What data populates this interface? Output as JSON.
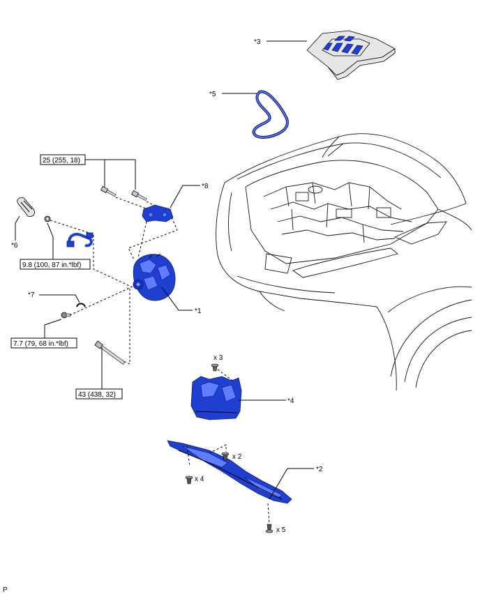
{
  "callouts": {
    "c1": "*1",
    "c2": "*2",
    "c3": "*3",
    "c4": "*4",
    "c5": "*5",
    "c6": "*6",
    "c7": "*7",
    "c8": "*8"
  },
  "torque": {
    "t25": "25 (255, 18)",
    "t98": "9.8 (100, 87 in.*lbf)",
    "t77": "7.7 (79, 68 in.*lbf)",
    "t43": "43 (438, 32)"
  },
  "quantities": {
    "q_x3": "x 3",
    "q_x2": "x 2",
    "q_x4": "x 4",
    "q_x5": "x 5"
  },
  "footer": {
    "code": "P"
  },
  "colors": {
    "part_blue": "#1f3fd1",
    "line": "#000000"
  }
}
